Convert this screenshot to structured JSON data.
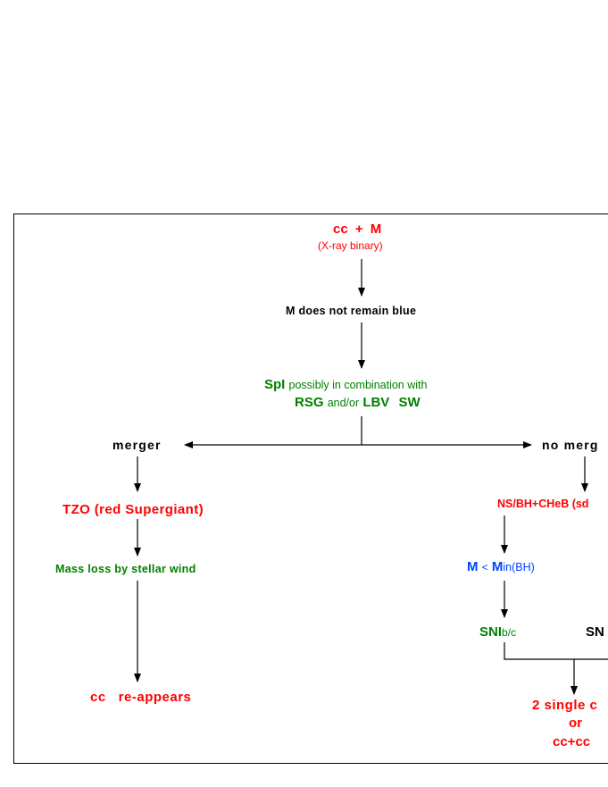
{
  "nodes": {
    "cc_m": {
      "a": "cc",
      "b": "+",
      "c": "M"
    },
    "xray": "(X-ray binary)",
    "not_blue": "M does not remain blue",
    "spi_line1": {
      "a": "SpI",
      "b": "possibly in combination with"
    },
    "spi_line2": {
      "a": "RSG",
      "b": "and/or",
      "c": "LBV",
      "d": "SW"
    },
    "merger": "merger",
    "no_merger": "no merg",
    "tzo": "TZO (red Supergiant)",
    "mass_loss": "Mass loss by stellar wind",
    "cc_reappears": "cc   re-appears",
    "ns_bh": "NS/BH+CHeB (sd",
    "m_lt": {
      "a": "M",
      "b": "<",
      "c": "M",
      "d": "in(BH)"
    },
    "sni": {
      "a": "SNI",
      "b": "b/c"
    },
    "sn_right": "SN",
    "single": {
      "a": "2 single c",
      "b": "or",
      "c": "cc+cc"
    }
  },
  "colors": {
    "red": "#ff0000",
    "green": "#008000",
    "blue": "#0044ff",
    "black": "#000000"
  }
}
